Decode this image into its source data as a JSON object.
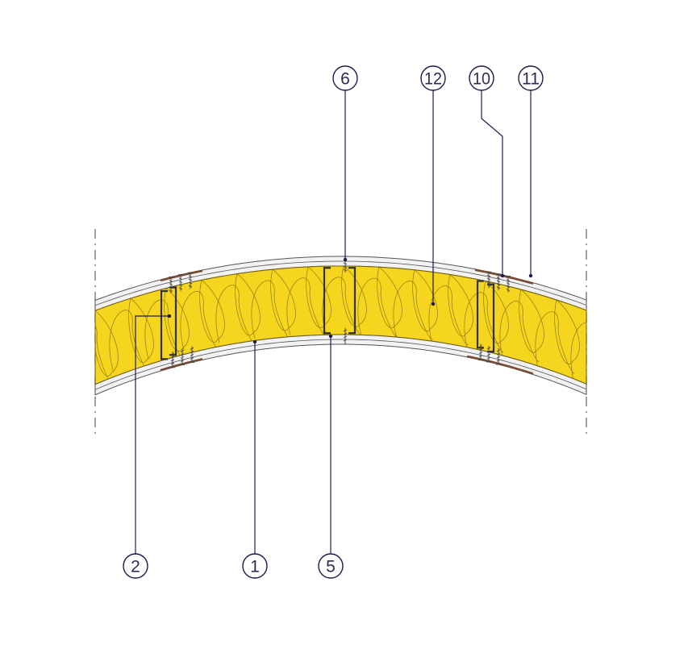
{
  "colors": {
    "insulation": "#f6d51f",
    "insulation_line": "#6b5a10",
    "board_fill": "#f2f2f2",
    "board_line": "#555555",
    "profile": "#2e2e2e",
    "sealant": "#7a4b32",
    "callout": "#1b1b4f",
    "axis": "#777777"
  },
  "callouts": [
    {
      "id": "6",
      "label": "6"
    },
    {
      "id": "12",
      "label": "12"
    },
    {
      "id": "10",
      "label": "10"
    },
    {
      "id": "11",
      "label": "11"
    },
    {
      "id": "2",
      "label": "2"
    },
    {
      "id": "1",
      "label": "1"
    },
    {
      "id": "5",
      "label": "5"
    }
  ]
}
